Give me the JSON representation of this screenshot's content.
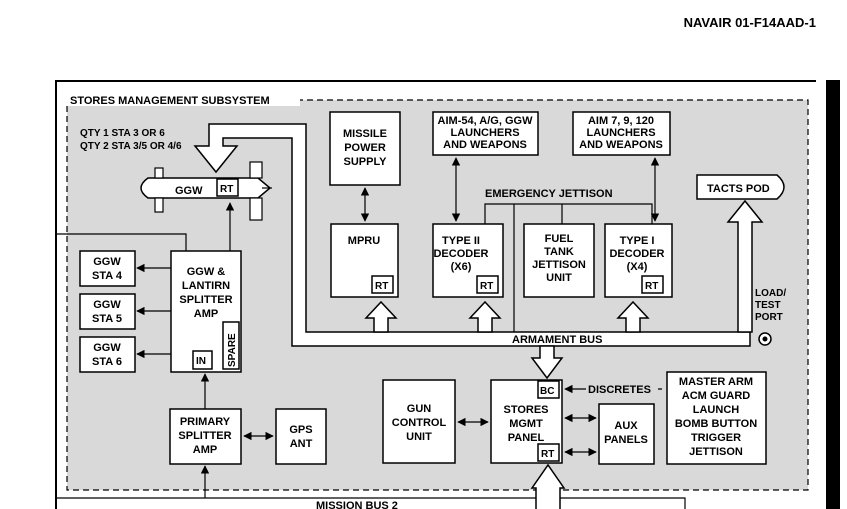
{
  "header": {
    "doc_id": "NAVAIR 01-F14AAD-1"
  },
  "diagram": {
    "subsystem_title": "STORES MANAGEMENT SUBSYSTEM",
    "qty_note": [
      "QTY 1 STA 3 OR 6",
      "QTY 2 STA 3/5 OR 4/6"
    ],
    "ggw_store": {
      "label": "GGW",
      "rt": "RT"
    },
    "missile_power_supply": [
      "MISSILE",
      "POWER",
      "SUPPLY"
    ],
    "aim54_launchers": [
      "AIM-54, A/G, GGW",
      "LAUNCHERS",
      "AND WEAPONS"
    ],
    "aim7_launchers": [
      "AIM 7, 9, 120",
      "LAUNCHERS",
      "AND WEAPONS"
    ],
    "emergency_jettison": "EMERGENCY JETTISON",
    "tacts_pod": "TACTS POD",
    "mpru": {
      "label": "MPRU",
      "rt": "RT"
    },
    "type2_decoder": {
      "lines": [
        "TYPE II",
        "DECODER",
        "(X6)"
      ],
      "rt": "RT"
    },
    "fuel_tank_jettison": [
      "FUEL",
      "TANK",
      "JETTISON",
      "UNIT"
    ],
    "type1_decoder": {
      "lines": [
        "TYPE I",
        "DECODER",
        "(X4)"
      ],
      "rt": "RT"
    },
    "load_test_port": [
      "LOAD/",
      "TEST",
      "PORT"
    ],
    "ggw_stations": [
      [
        "GGW",
        "STA 4"
      ],
      [
        "GGW",
        "STA 5"
      ],
      [
        "GGW",
        "STA 6"
      ]
    ],
    "splitter_amp": {
      "lines": [
        "GGW &",
        "LANTIRN",
        "SPLITTER",
        "AMP"
      ],
      "in": "IN",
      "spare": "SPARE"
    },
    "armament_bus": "ARMAMENT BUS",
    "gun_control_unit": [
      "GUN",
      "CONTROL",
      "UNIT"
    ],
    "stores_mgmt_panel": {
      "lines": [
        "STORES",
        "MGMT",
        "PANEL"
      ],
      "bc": "BC",
      "rt": "RT"
    },
    "discretes": "DISCRETES",
    "master_arm": [
      "MASTER ARM",
      "ACM GUARD",
      "LAUNCH",
      "BOMB BUTTON",
      "TRIGGER",
      "JETTISON"
    ],
    "aux_panels": [
      "AUX",
      "PANELS"
    ],
    "primary_splitter": [
      "PRIMARY",
      "SPLITTER",
      "AMP"
    ],
    "gps_ant": [
      "GPS",
      "ANT"
    ],
    "mission_bus": "MISSION BUS 2"
  }
}
